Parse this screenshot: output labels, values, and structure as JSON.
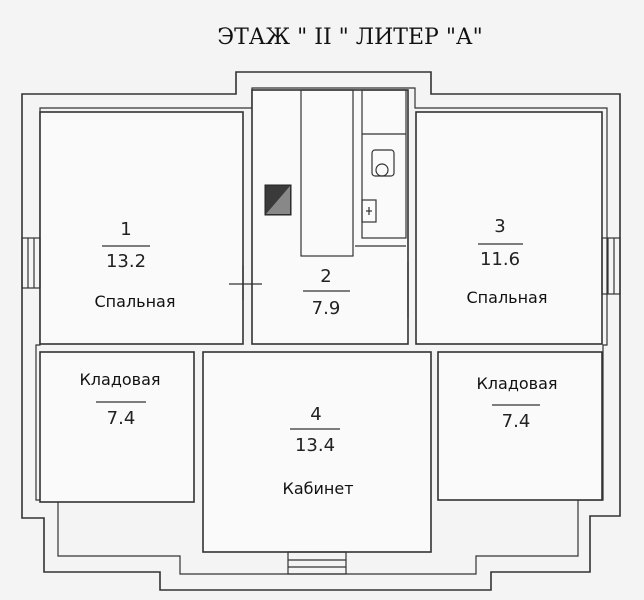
{
  "title": "ЭТАЖ \" II \"  ЛИТЕР \"А\"",
  "rooms": [
    {
      "number": "1",
      "area": "13.2",
      "name": "Спальная"
    },
    {
      "number": "2",
      "area": "7.9",
      "name": ""
    },
    {
      "number": "3",
      "area": "11.6",
      "name": "Спальная"
    },
    {
      "number": "",
      "area": "7.4",
      "name": "Кладовая"
    },
    {
      "number": "4",
      "area": "13.4",
      "name": "Кабинет"
    },
    {
      "number": "",
      "area": "7.4",
      "name": "Кладовая"
    }
  ],
  "colors": {
    "wall": "#333333",
    "background": "#f4f4f4",
    "room_fill": "#fafafa",
    "chimney": "#3a3a3a"
  }
}
